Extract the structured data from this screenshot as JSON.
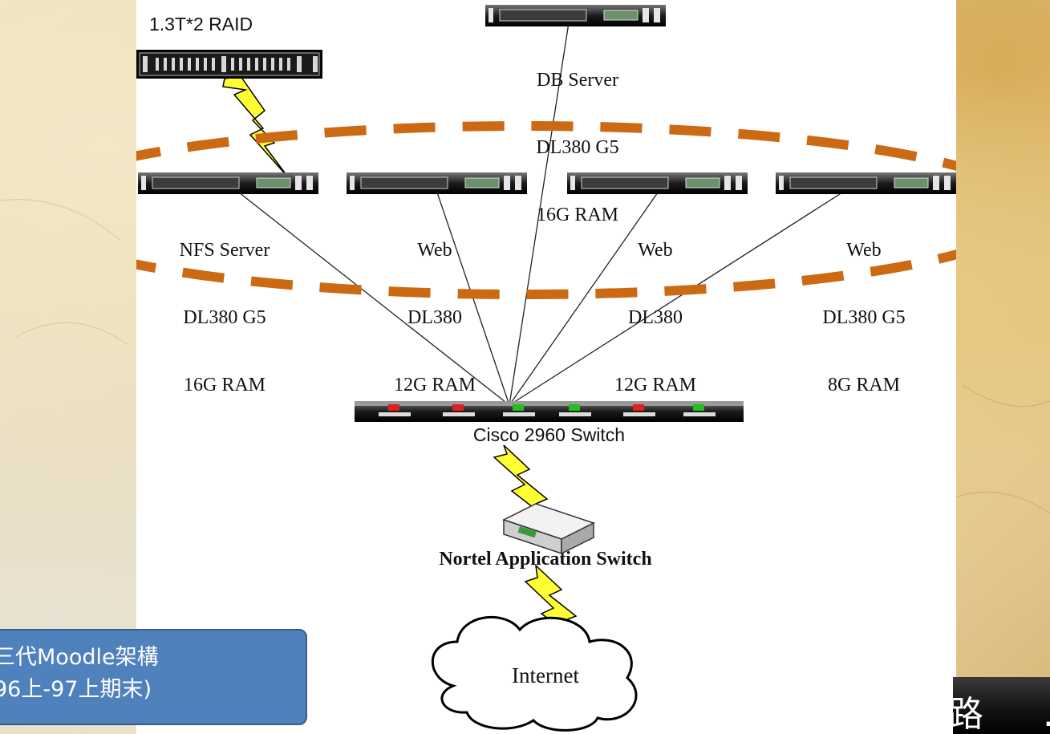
{
  "raid": {
    "label": "1.3T*2 RAID"
  },
  "db_server": {
    "name": "DB Server",
    "model": "DL380 G5",
    "ram": "16G RAM"
  },
  "servers": [
    {
      "name": "NFS Server",
      "model": "DL380 G5",
      "ram": "16G RAM"
    },
    {
      "name": "Web",
      "model": "DL380",
      "ram": "12G RAM"
    },
    {
      "name": "Web",
      "model": "DL380",
      "ram": "12G RAM"
    },
    {
      "name": "Web",
      "model": "DL380 G5",
      "ram": "8G RAM"
    }
  ],
  "core_switch": {
    "label": "Cisco 2960 Switch"
  },
  "app_switch": {
    "label": "Nortel Application Switch"
  },
  "cloud": {
    "label": "Internet"
  },
  "caption": {
    "line1": "三代Moodle架構",
    "line2": "96上-97上期末)"
  },
  "corner_banner": {
    "text": "路 ..."
  },
  "colors": {
    "dashed_ellipse": "#cc6a14",
    "caption_bg": "#4f81bd",
    "lightning": "#ffff33"
  }
}
